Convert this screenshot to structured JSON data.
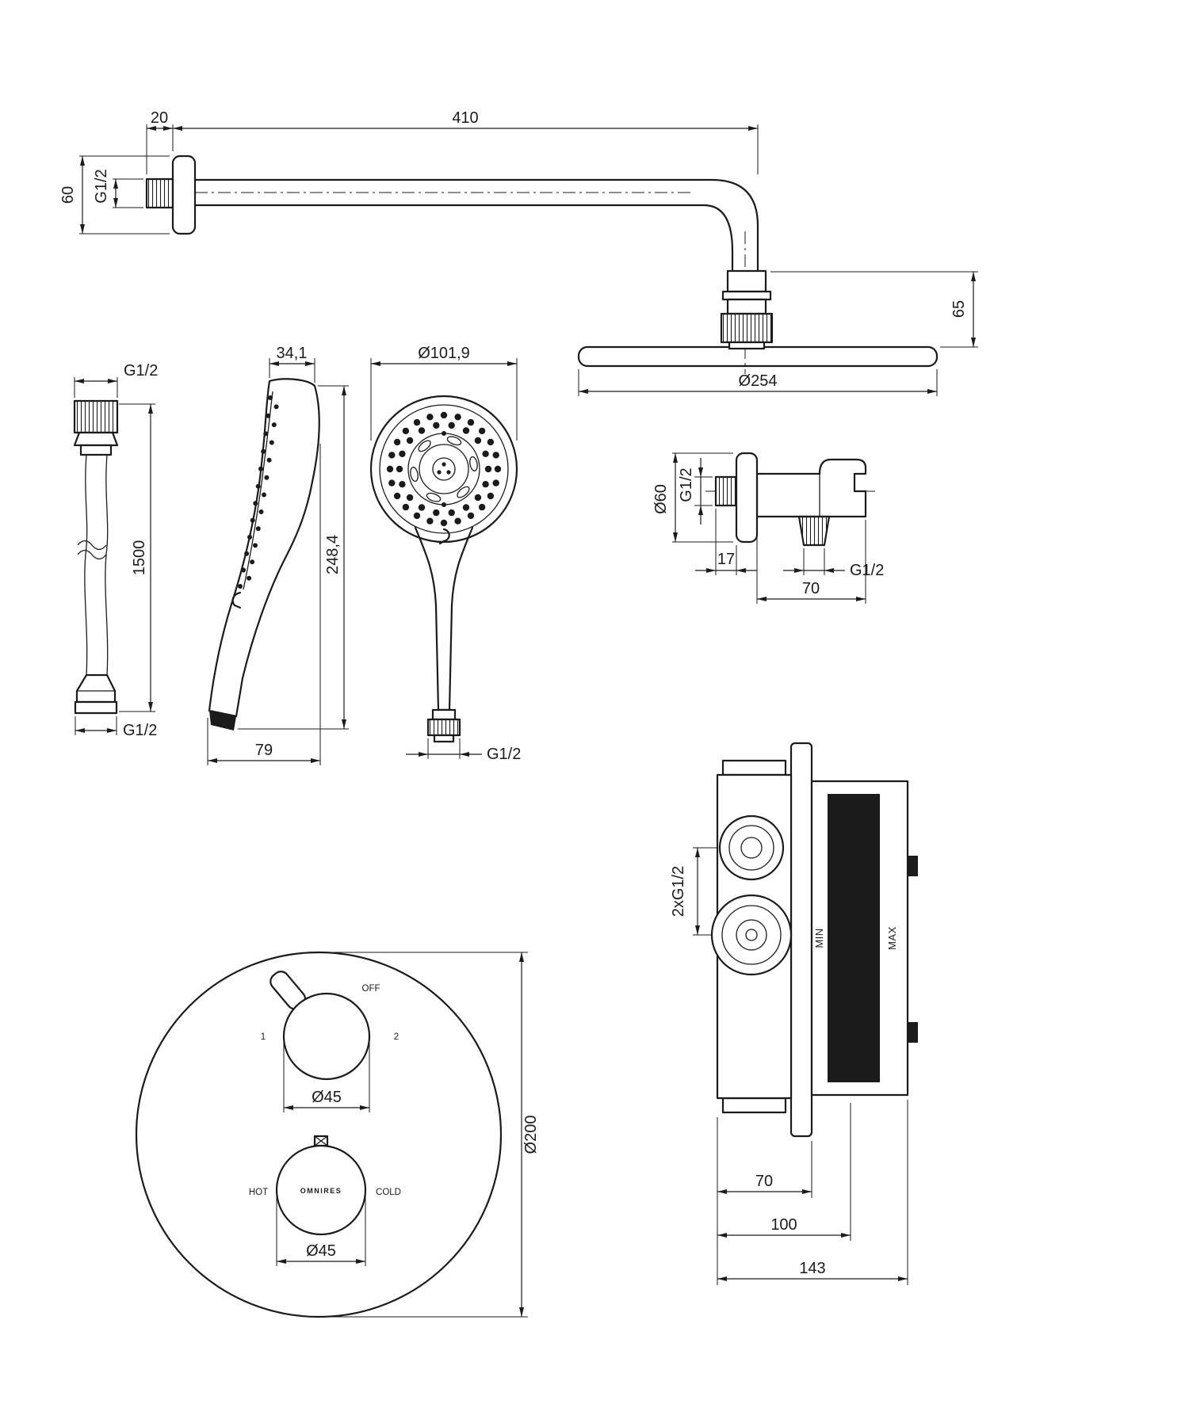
{
  "drawing": {
    "shower_arm": {
      "dim_wall_offset": "20",
      "dim_arm_length": "410",
      "thread_label": "G1/2",
      "dim_flange": "60",
      "dim_head_height": "65",
      "dim_head_diameter": "Ø254"
    },
    "hose": {
      "thread_top": "G1/2",
      "dim_length": "1500",
      "thread_bottom": "G1/2"
    },
    "handshower_side": {
      "dim_head_width": "34,1",
      "dim_total_height": "248,4",
      "dim_depth": "79"
    },
    "handshower_front": {
      "dim_head_diameter": "Ø101,9",
      "thread_bottom": "G1/2"
    },
    "wall_elbow": {
      "thread_inlet": "G1/2",
      "dim_flange_diameter": "Ø60",
      "dim_nipple_length": "17",
      "thread_outlet": "G1/2",
      "dim_total_depth": "70"
    },
    "control_plate": {
      "label_off": "OFF",
      "label_position_1": "1",
      "label_position_2": "2",
      "dim_knob_top": "Ø45",
      "label_hot": "HOT",
      "label_cold": "COLD",
      "brand": "OMNIRES",
      "dim_knob_bottom": "Ø45",
      "dim_plate_diameter": "Ø200"
    },
    "mixer_body": {
      "label_ports": "2xG1/2",
      "label_min": "MIN",
      "label_max": "MAX",
      "dim_depth_70": "70",
      "dim_depth_100": "100",
      "dim_depth_143": "143"
    }
  }
}
